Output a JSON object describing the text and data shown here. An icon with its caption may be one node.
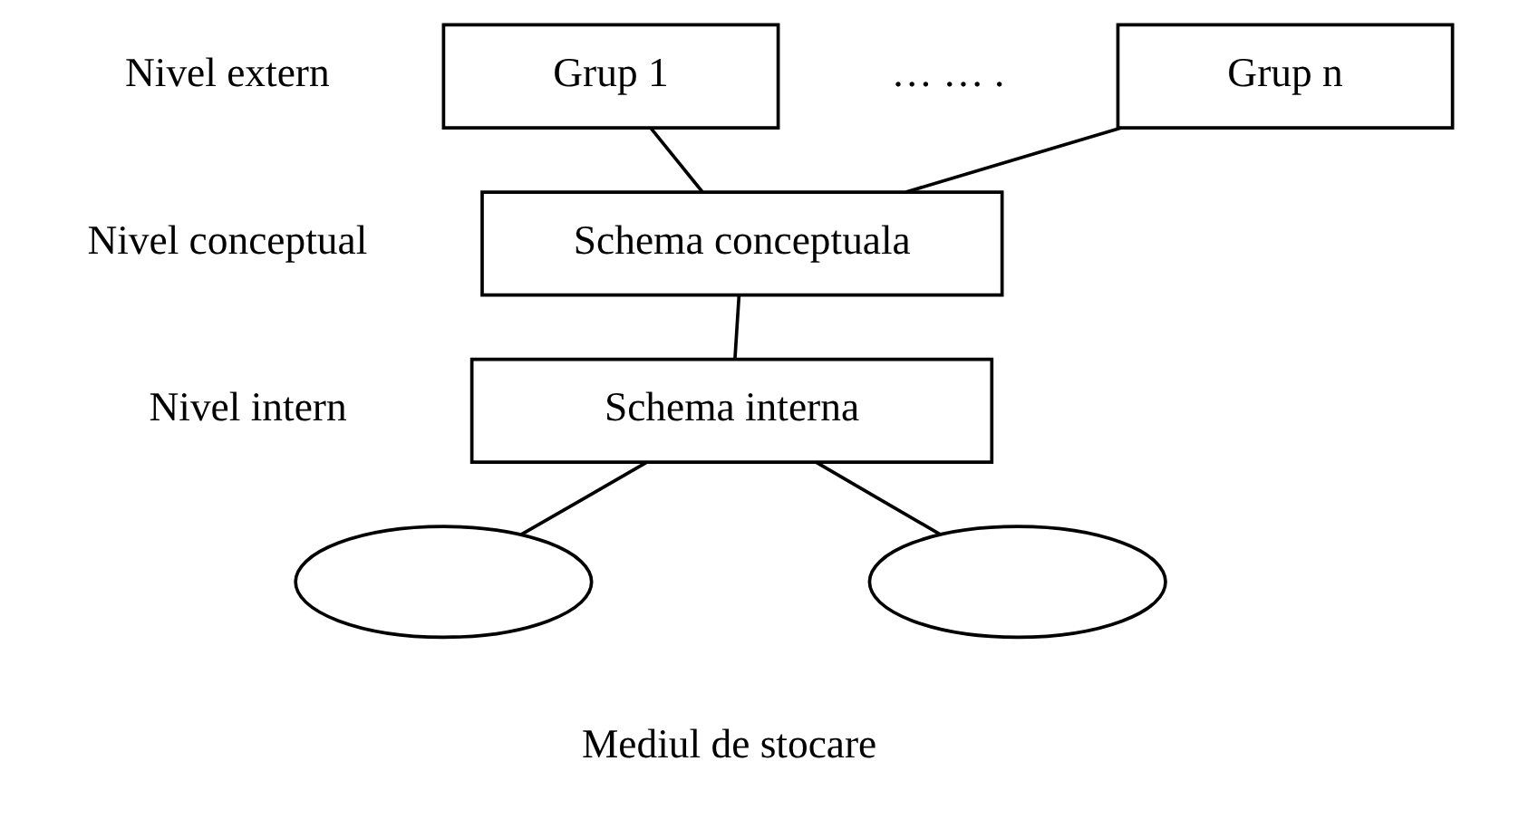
{
  "diagram": {
    "nodes": [
      {
        "text": [
          "Grup 1"
        ]
      },
      {
        "text": [
          "Grup n"
        ]
      },
      {
        "text": [
          "Schema conceptuala"
        ]
      },
      {
        "text": [
          "Schema interna"
        ]
      },
      {
        "text": [],
        "shape": "ellipse"
      },
      {
        "text": [],
        "shape": "ellipse"
      }
    ],
    "edges": [
      {
        "from": 0,
        "to": 2,
        "arrow": "none"
      },
      {
        "from": 1,
        "to": 2,
        "arrow": "none"
      },
      {
        "from": 2,
        "to": 3,
        "arrow": "none"
      },
      {
        "from": 3,
        "to": 4,
        "arrow": "none"
      },
      {
        "from": 3,
        "to": 5,
        "arrow": "none"
      }
    ],
    "labels": [
      "Nivel extern",
      "… … .",
      "Nivel conceptual",
      "Nivel intern",
      "Mediul de stocare"
    ]
  }
}
